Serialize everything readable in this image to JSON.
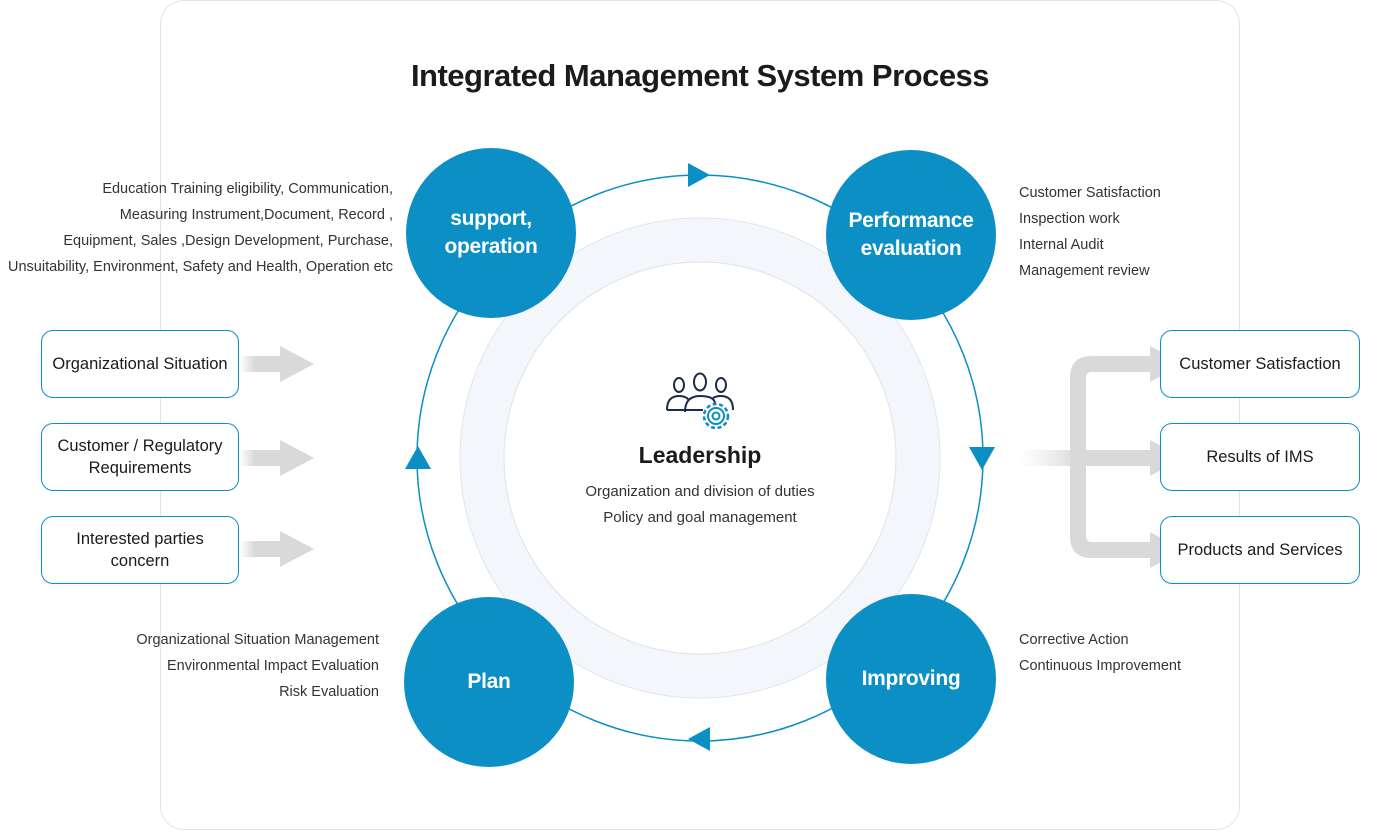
{
  "title": "Integrated Management System Process",
  "colors": {
    "accent": "#0b8fc4",
    "ring_fill": "#f3f6fa",
    "arrow_gray": "#d9d9d9"
  },
  "cycle": {
    "support": "support, operation",
    "performance": "Performance evaluation",
    "plan": "Plan",
    "improving": "Improving"
  },
  "center": {
    "icon": "leadership-team-gear-icon",
    "title": "Leadership",
    "lines": [
      "Organization and division of duties",
      "Policy and goal management"
    ]
  },
  "notes": {
    "support": [
      "Education Training eligibility, Communication,",
      "Measuring Instrument,Document, Record ,",
      "Equipment, Sales ,Design Development, Purchase,",
      "Unsuitability, Environment, Safety and Health, Operation  etc"
    ],
    "performance": [
      "Customer Satisfaction",
      "Inspection work",
      "Internal  Audit",
      "Management review"
    ],
    "plan": [
      "Organizational  Situation Management",
      "Environmental  Impact Evaluation",
      "Risk Evaluation"
    ],
    "improving": [
      "Corrective Action",
      "Continuous Improvement"
    ]
  },
  "inputs": [
    "Organizational  Situation",
    "Customer / Regulatory Requirements",
    "Interested parties concern"
  ],
  "outputs": [
    "Customer  Satisfaction",
    "Results of IMS",
    "Products and Services"
  ]
}
